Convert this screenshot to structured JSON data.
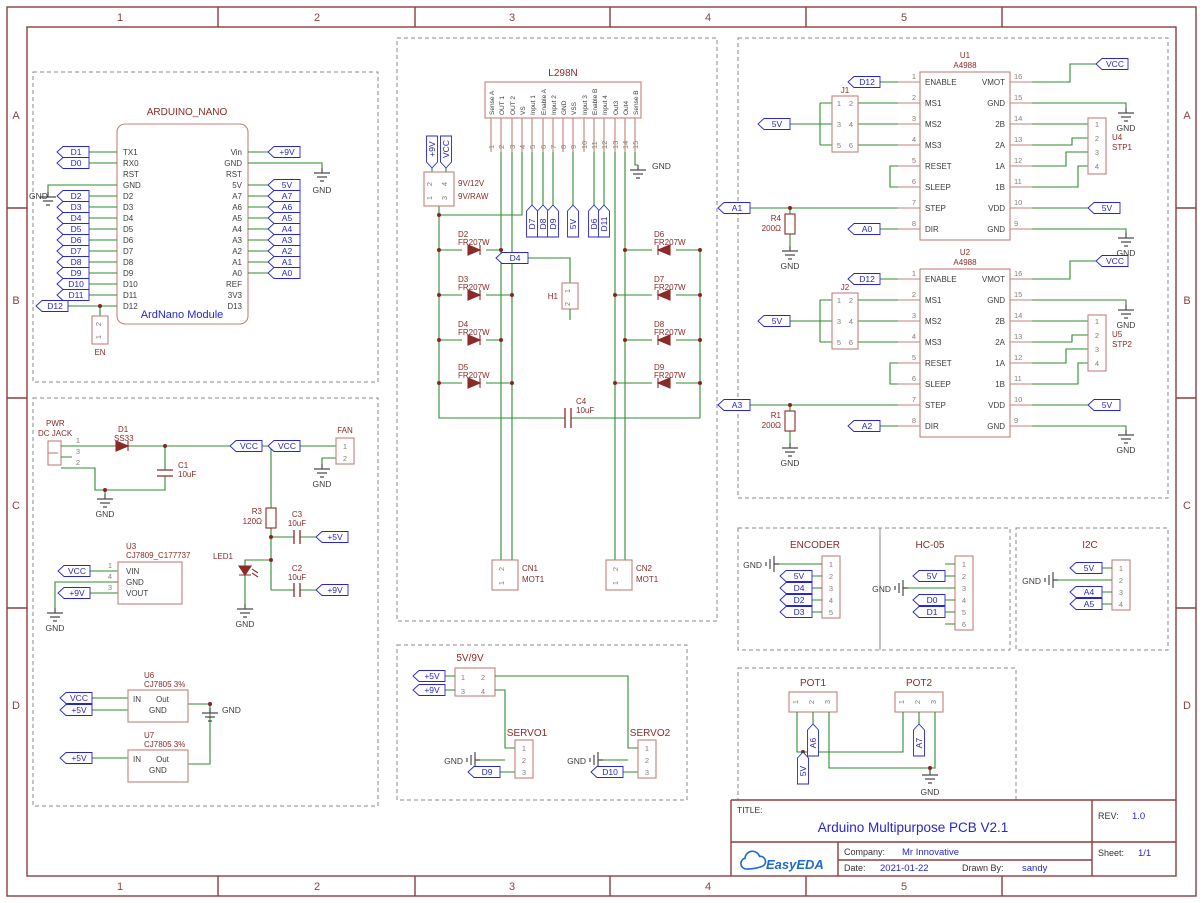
{
  "colors": {
    "frame": "#8d3f3f",
    "wire": "#2e8b2e",
    "part": "#c4807c",
    "ref": "#8b2a26",
    "net": "#2727cc",
    "pin": "#3d3d3d",
    "dot": "#8b2222",
    "logo": "#1f6ad1"
  },
  "frame": {
    "cols": [
      "1",
      "2",
      "3",
      "4",
      "5"
    ],
    "rows": [
      "A",
      "B",
      "C",
      "D"
    ]
  },
  "nano": {
    "title": "ARDUINO_NANO",
    "module": "ArdNano Module",
    "ic_left": [
      "TX1",
      "RX0",
      "RST",
      "GND",
      "D2",
      "D3",
      "D4",
      "D5",
      "D6",
      "D7",
      "D8",
      "D9",
      "D10",
      "D11",
      "D12"
    ],
    "ic_right": [
      "Vin",
      "GND",
      "RST",
      "5V",
      "A7",
      "A6",
      "A5",
      "A4",
      "A3",
      "A2",
      "A1",
      "A0",
      "REF",
      "3V3",
      "D13"
    ],
    "flags_left": [
      "D1",
      "D0",
      "D2",
      "D3",
      "D4",
      "D5",
      "D6",
      "D7",
      "D8",
      "D9",
      "D10",
      "D11"
    ],
    "flag_d12": "D12",
    "gnd_left": "GND",
    "flag_9v": "+9V",
    "gnd_right": "GND",
    "flags_right": [
      "5V",
      "A7",
      "A6",
      "A5",
      "A4",
      "A3",
      "A2",
      "A1",
      "A0"
    ],
    "en_ref": "EN",
    "en_pins": [
      "2",
      "1"
    ]
  },
  "power": {
    "pwr": "PWR",
    "jack": "DC JACK",
    "jack_pins": [
      "1",
      "3",
      "2"
    ],
    "d1_ref": "D1",
    "d1_val": "SS33",
    "c1_ref": "C1",
    "c1_val": "10uF",
    "vcc_a": "VCC",
    "vcc_b": "VCC",
    "fan_ref": "FAN",
    "fan_pins": [
      "1",
      "2"
    ],
    "r3_ref": "R3",
    "r3_val": "120Ω",
    "c3_ref": "C3",
    "c3_val": "10uF",
    "flag_5v": "+5V",
    "c2_ref": "C2",
    "c2_val": "10uF",
    "flag_9v": "+9V",
    "led_ref": "LED1",
    "u3_ref": "U3",
    "u3_val": "CJ7809_C177737",
    "u3_pins": [
      "VIN",
      "GND",
      "VOUT"
    ],
    "u3_nums": [
      "1",
      "4",
      "3"
    ],
    "u3_vcc": "VCC",
    "u3_9v": "+9V",
    "u6_ref": "U6",
    "u6_val": "CJ7805 3%",
    "u6_in": "IN",
    "u6_out": "Out",
    "u6_gnd": "GND",
    "u6_vcc": "VCC",
    "u6_5v": "+5V",
    "u7_ref": "U7",
    "u7_val": "CJ7805 3%",
    "u7_in": "IN",
    "u7_out": "Out",
    "u7_gnd": "GND",
    "u7_5v": "+5V",
    "gnd_jack": "GND",
    "gnd_fan": "GND",
    "gnd_led": "GND",
    "gnd_u3": "GND",
    "gnd_u6": "GND"
  },
  "l298": {
    "title": "L298N",
    "pins": [
      "Sense A",
      "OUT 1",
      "OUT 2",
      "VS",
      "Input 1",
      "Enable A",
      "Input 2",
      "GND",
      "VSS",
      "Input 3",
      "Enable B",
      "Input 4",
      "Out3",
      "Out4",
      "Sense B"
    ],
    "nums": [
      "1",
      "2",
      "3",
      "4",
      "5",
      "6",
      "7",
      "8",
      "9",
      "10",
      "11",
      "12",
      "13",
      "14",
      "15"
    ],
    "flag_9v": "+9V",
    "flag_vcc": "VCC",
    "conn_labels": [
      "9V/12V",
      "9V/RAW"
    ],
    "conn_pins": [
      "2",
      "4",
      "1",
      "3"
    ],
    "gnd": "GND",
    "sig_flags": [
      "D7",
      "D8",
      "D9",
      "5V",
      "D6",
      "D11"
    ],
    "flag_d4": "D4",
    "h1_ref": "H1",
    "h1_pins": [
      "1",
      "2"
    ],
    "dl_refs": [
      "D2",
      "D3",
      "D4",
      "D5"
    ],
    "dr_refs": [
      "D6",
      "D7",
      "D8",
      "D9"
    ],
    "d_val": "FR207W",
    "c4_ref": "C4",
    "c4_val": "10uF",
    "cn1_ref": "CN1",
    "cn1_val": "MOT1",
    "cn2_ref": "CN2",
    "cn2_val": "MOT1",
    "cn_pins": [
      "2",
      "1"
    ]
  },
  "stepper": {
    "left_pins": [
      "ENABLE",
      "MS1",
      "MS2",
      "MS3",
      "RESET",
      "SLEEP",
      "STEP",
      "DIR"
    ],
    "left_nums": [
      "1",
      "2",
      "3",
      "4",
      "5",
      "6",
      "7",
      "8"
    ],
    "right_pins": [
      "VMOT",
      "GND",
      "2B",
      "2A",
      "1A",
      "1B",
      "VDD",
      "GND"
    ],
    "right_nums": [
      "16",
      "15",
      "14",
      "13",
      "12",
      "11",
      "10",
      "9"
    ],
    "jpins": [
      "1",
      "3",
      "5",
      "2",
      "4",
      "6"
    ],
    "hdr_pins": [
      "1",
      "2",
      "3",
      "4"
    ],
    "u1": {
      "ref": "U1",
      "val": "A4988",
      "j_ref": "J1",
      "en_net": "D12",
      "v5": "5V",
      "step_net": "A1",
      "dir_net": "A0",
      "r_ref": "R4",
      "r_val": "200Ω",
      "gnd_r": "GND",
      "vcc": "VCC",
      "gnd15": "GND",
      "hdr_ref": "U4",
      "hdr_val": "STP1",
      "vdd": "5V",
      "gnd9": "GND"
    },
    "u2": {
      "ref": "U2",
      "val": "A4988",
      "j_ref": "J2",
      "en_net": "D12",
      "v5": "5V",
      "step_net": "A3",
      "dir_net": "A2",
      "r_ref": "R1",
      "r_val": "200Ω",
      "gnd_r": "GND",
      "vcc": "VCC",
      "gnd15": "GND",
      "hdr_ref": "U5",
      "hdr_val": "STP2",
      "vdd": "5V",
      "gnd9": "GND"
    }
  },
  "encoder": {
    "title": "ENCODER",
    "pins": [
      "1",
      "2",
      "3",
      "4",
      "5"
    ],
    "gnd": "GND",
    "flags": [
      "5V",
      "D4",
      "D2",
      "D3"
    ]
  },
  "hc05": {
    "title": "HC-05",
    "pins": [
      "1",
      "2",
      "3",
      "4",
      "5",
      "6"
    ],
    "v5": "5V",
    "gnd": "GND",
    "d0": "D0",
    "d1": "D1"
  },
  "i2c": {
    "title": "I2C",
    "pins": [
      "1",
      "2",
      "3",
      "4"
    ],
    "v5": "5V",
    "gnd": "GND",
    "a4": "A4",
    "a5": "A5"
  },
  "pots": {
    "pot1": "POT1",
    "pot2": "POT2",
    "pins": [
      "1",
      "2",
      "3"
    ],
    "a6": "A6",
    "a7": "A7",
    "v5": "5V",
    "gnd": "GND"
  },
  "servo": {
    "title": "5V/9V",
    "conn_pins": [
      "1",
      "3",
      "2",
      "4"
    ],
    "p5": "+5V",
    "p9": "+9V",
    "s1_title": "SERVO1",
    "s2_title": "SERVO2",
    "s_pins": [
      "1",
      "2",
      "3"
    ],
    "gnd1": "GND",
    "sig1": "D9",
    "gnd2": "GND",
    "sig2": "D10"
  },
  "titleblock": {
    "title_label": "TITLE:",
    "title": "Arduino Multipurpose PCB V2.1",
    "rev_label": "REV:",
    "rev": "1.0",
    "company_label": "Company:",
    "company": "Mr Innovative",
    "sheet_label": "Sheet:",
    "sheet": "1/1",
    "date_label": "Date:",
    "date": "2021-01-22",
    "drawn_label": "Drawn By:",
    "drawn": "sandy",
    "logo": "EasyEDA"
  }
}
